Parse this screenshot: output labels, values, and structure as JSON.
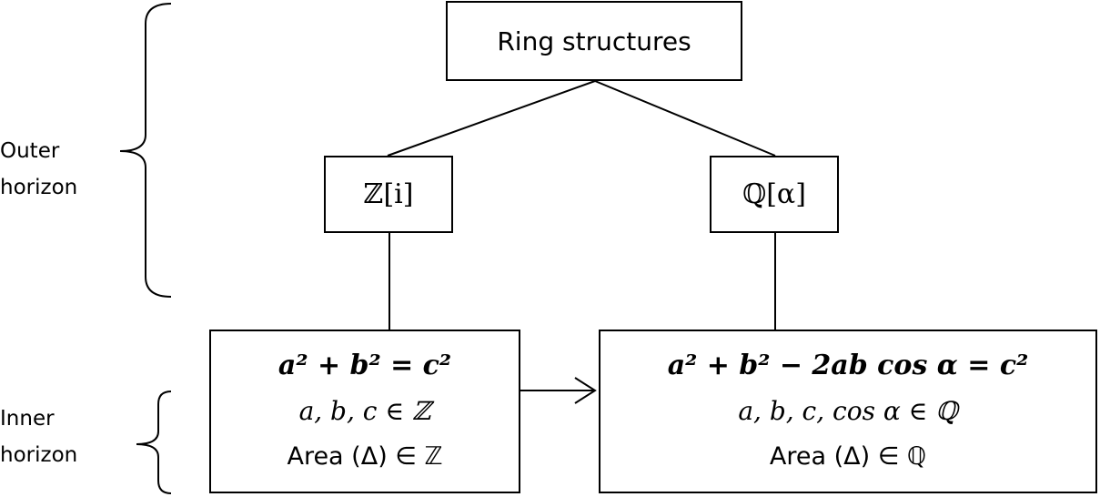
{
  "root": {
    "label": "Ring structures"
  },
  "outer_horizon": {
    "line1": "Outer",
    "line2": "horizon"
  },
  "inner_horizon": {
    "line1": "Inner",
    "line2": "horizon"
  },
  "gaussian_node": {
    "label": "ℤ[i]"
  },
  "rational_node": {
    "label": "ℚ[α]"
  },
  "pythagorean_box": {
    "equation": "a² + b² = c²",
    "membership": "a, b, c ∈ ℤ",
    "area": "Area (Δ) ∈ ℤ"
  },
  "cosine_box": {
    "equation": "a² + b² − 2ab cos α = c²",
    "membership": "a, b, c, cos α ∈ ℚ",
    "area": "Area (Δ) ∈ ℚ"
  }
}
